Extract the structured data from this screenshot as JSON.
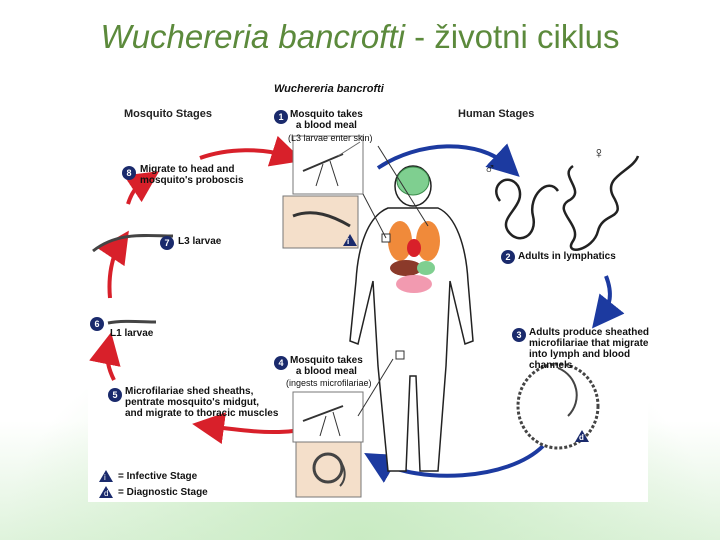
{
  "slide": {
    "title_scientific": "Wuchereria bancrofti",
    "title_rest": " - životni ciklus"
  },
  "diagram": {
    "header": "Wuchereria bancrofti",
    "mosquito_stages": "Mosquito Stages",
    "human_stages": "Human Stages",
    "steps": [
      {
        "n": "1",
        "text": "Mosquito takes\na blood meal",
        "note": "(L3 larvae enter skin)"
      },
      {
        "n": "2",
        "text": "Adults in lymphatics"
      },
      {
        "n": "3",
        "text": "Adults produce sheathed\nmicrofilariae that migrate\ninto lymph and blood\nchannels"
      },
      {
        "n": "4",
        "text": "Mosquito takes\na blood meal",
        "note": "(ingests microfilariae)"
      },
      {
        "n": "5",
        "text": "Microfilariae shed sheaths,\npentrate mosquito's midgut,\nand migrate to thoracic muscles"
      },
      {
        "n": "6",
        "text": "L1 larvae"
      },
      {
        "n": "7",
        "text": "L3 larvae"
      },
      {
        "n": "8",
        "text": "Migrate to head and\nmosquito's proboscis"
      }
    ],
    "legend": [
      {
        "sym": "i",
        "text": "= Infective Stage"
      },
      {
        "sym": "d",
        "text": "= Diagnostic Stage"
      }
    ],
    "markers": {
      "infective": "i",
      "diagnostic": "d",
      "male": "♂",
      "female": "♀"
    },
    "colors": {
      "mosquito_arrow": "#d8202a",
      "human_arrow": "#1c3aa0",
      "number_badge": "#1a2a6c",
      "title": "#5c8a3c"
    }
  }
}
